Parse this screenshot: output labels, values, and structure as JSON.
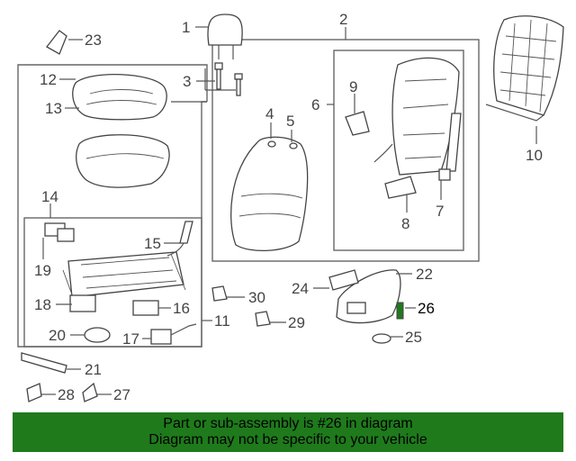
{
  "diagram": {
    "callouts": {
      "c1": "1",
      "c2": "2",
      "c3": "3",
      "c4": "4",
      "c5": "5",
      "c6": "6",
      "c7": "7",
      "c8": "8",
      "c9": "9",
      "c10": "10",
      "c11": "11",
      "c12": "12",
      "c13": "13",
      "c14": "14",
      "c15": "15",
      "c16": "16",
      "c17": "17",
      "c18": "18",
      "c19": "19",
      "c20": "20",
      "c21": "21",
      "c22": "22",
      "c23": "23",
      "c24": "24",
      "c25": "25",
      "c26": "26",
      "c27": "27",
      "c28": "28",
      "c29": "29",
      "c30": "30"
    },
    "highlight_color": "#1f7a1c"
  },
  "banner": {
    "line1": "Part or sub-assembly is #26 in diagram",
    "line2": "Diagram may not be specific to your vehicle",
    "background": "#1f7a1c"
  }
}
